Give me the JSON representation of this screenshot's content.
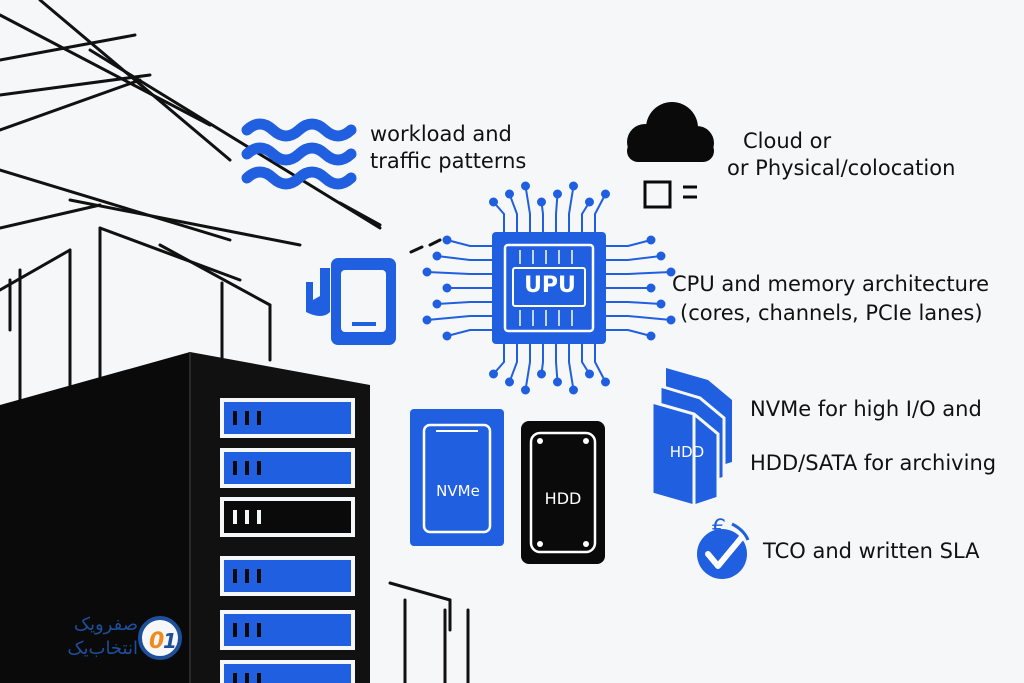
{
  "labels": {
    "workload_line1": "workload and",
    "workload_line2": "traffic patterns",
    "cloud_line1": "Cloud or",
    "cloud_line2": "or Physical/colocation",
    "cpu_line1": "CPU and memory architecture",
    "cpu_line2": "(cores, channels, PCIe lanes)",
    "nvme_line1": "NVMe for high I/O and",
    "nvme_line2": "HDD/SATA for archiving",
    "tco": "TCO and written SLA"
  },
  "chip": {
    "label": "UPU"
  },
  "drives": {
    "nvme_label": "NVMe",
    "hdd_label": "HDD",
    "hdd_stack_label": "HDD"
  },
  "logo": {
    "line1": "صفرویک",
    "line2": "انتخاب‌یک"
  },
  "icons": [
    "waves-icon",
    "cloud-icon",
    "server-small-icon",
    "hand-phone-icon",
    "cpu-chip-icon",
    "nvme-drive-icon",
    "hdd-drive-icon",
    "hdd-stack-icon",
    "euro-check-icon",
    "server-rack-icon"
  ],
  "colors": {
    "accent": "#1f5fe0",
    "dark": "#0a0a0a",
    "background": "#f6f7f8",
    "logo_orange": "#f08a1d",
    "logo_blue": "#1e4f9a"
  }
}
